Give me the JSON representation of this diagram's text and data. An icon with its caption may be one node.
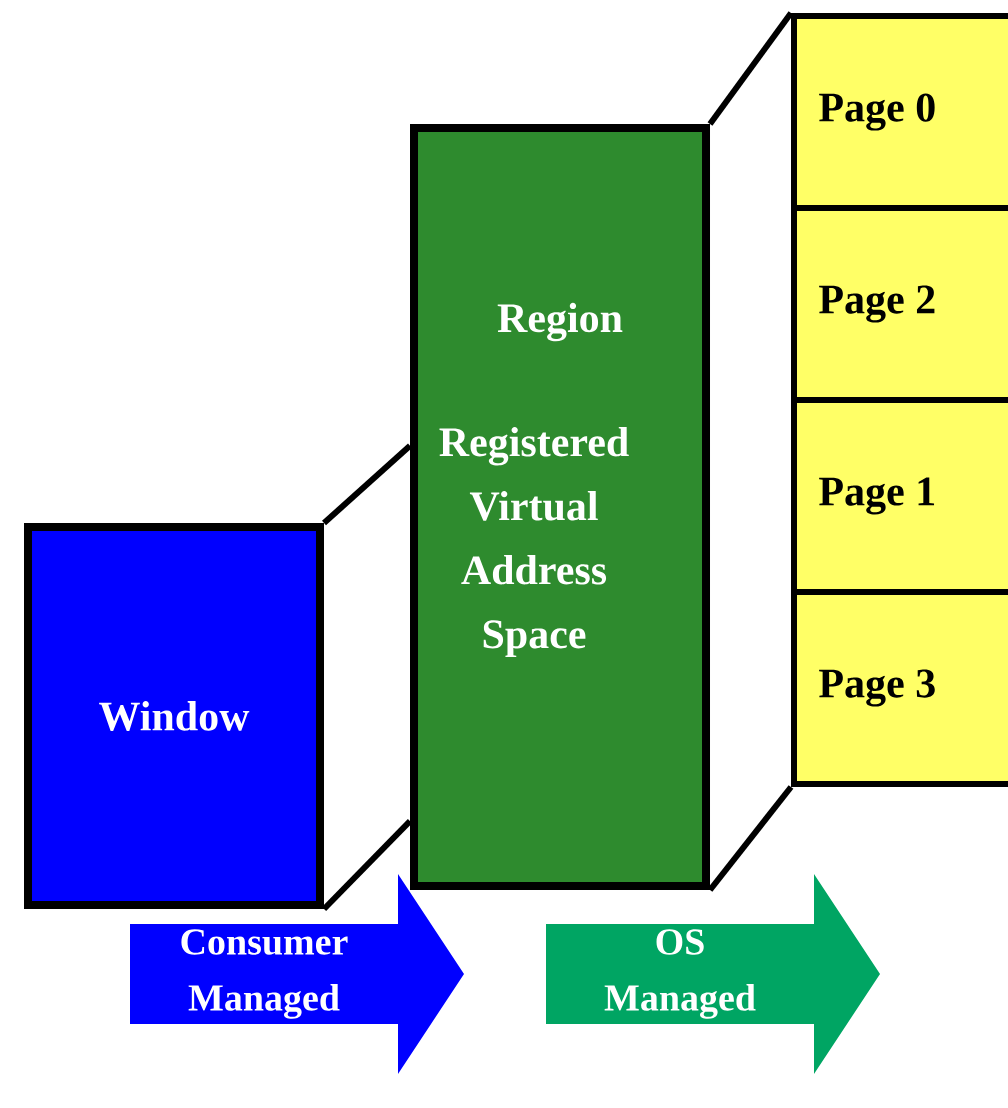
{
  "diagram": {
    "nodes": [
      {
        "text": [
          "Window"
        ]
      },
      {
        "text": [
          "Region",
          "Registered Virtual Address Space"
        ]
      },
      {
        "text": [
          "Page 0"
        ]
      },
      {
        "text": [
          "Page 2"
        ]
      },
      {
        "text": [
          "Page 1"
        ]
      },
      {
        "text": [
          "Page 3"
        ]
      },
      {
        "text": [
          "Consumer Managed"
        ]
      },
      {
        "text": [
          "OS Managed"
        ]
      }
    ],
    "edges": [
      {
        "from": 0,
        "to": 1,
        "arrow": "none"
      },
      {
        "from": 0,
        "to": 1,
        "arrow": "none"
      },
      {
        "from": 1,
        "to": 2,
        "arrow": "none"
      },
      {
        "from": 1,
        "to": 5,
        "arrow": "none"
      }
    ]
  }
}
